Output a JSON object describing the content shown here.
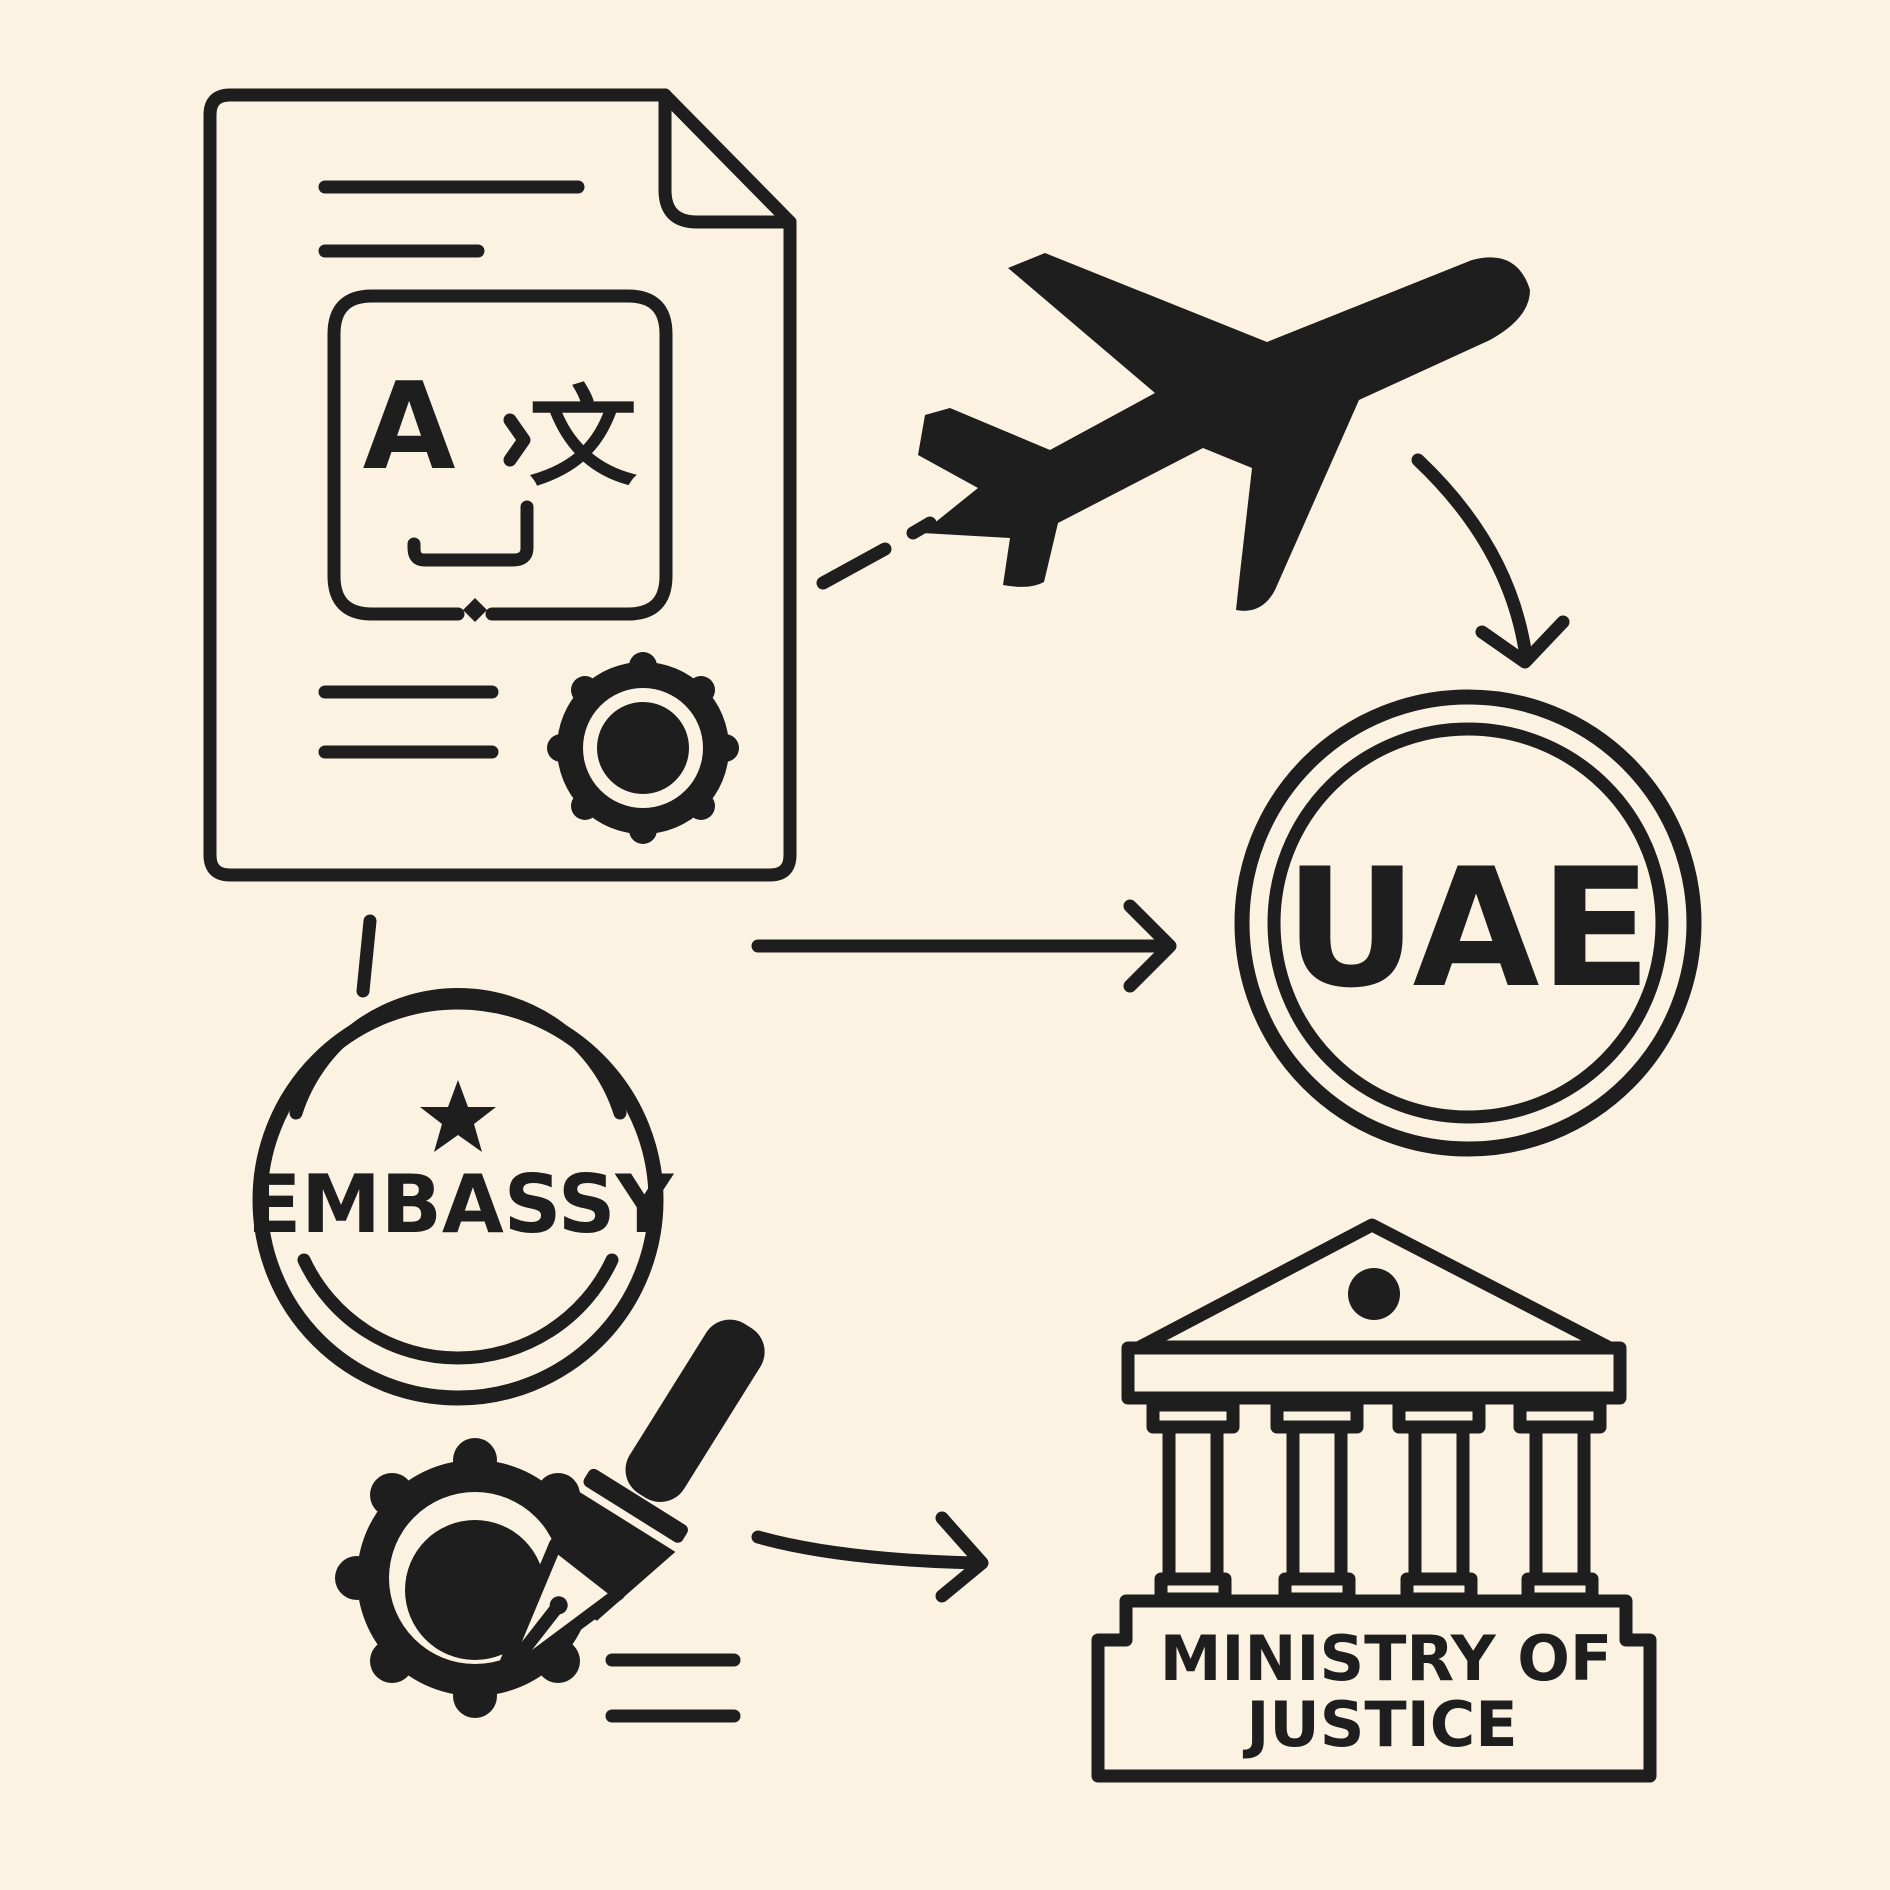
{
  "colors": {
    "background": "#fcf2e2",
    "ink": "#1e1e1e"
  },
  "icons": {
    "document": "document-icon",
    "translate": "translate-icon",
    "document_seal": "seal-icon",
    "airplane": "airplane-icon",
    "uae_stamp": "uae-stamp-icon",
    "embassy_stamp": "embassy-stamp-icon",
    "star": "star-icon",
    "notary": "notary-seal-pen-icon",
    "ministry": "courthouse-icon"
  },
  "nodes": {
    "translate_glyph_latin": "A",
    "translate_glyph_cjk": "文",
    "uae": "UAE",
    "embassy": "EMBASSY",
    "ministry_line1": "MINISTRY OF",
    "ministry_line2": "JUSTICE"
  }
}
